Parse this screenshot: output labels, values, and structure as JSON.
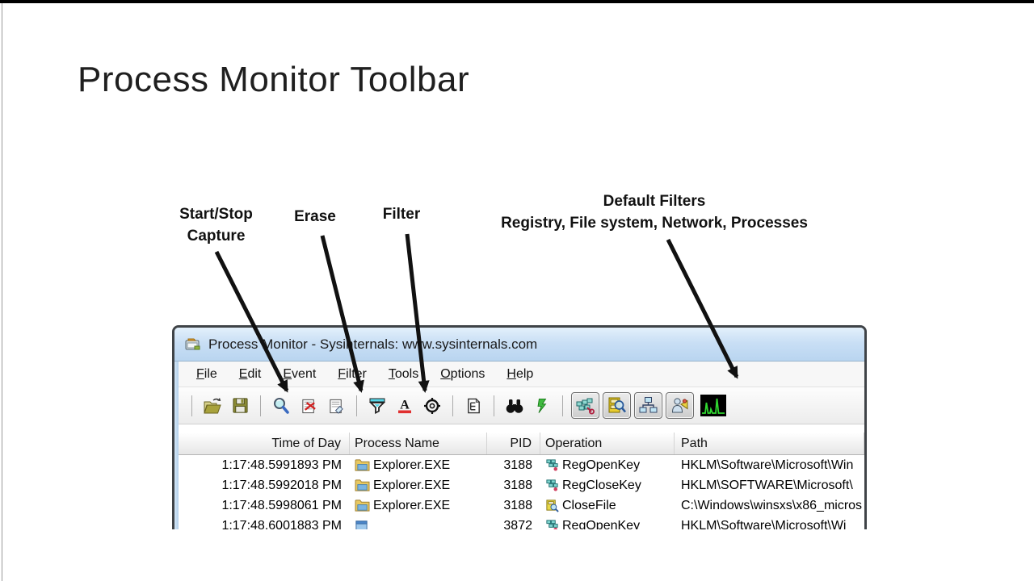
{
  "slide": {
    "title": "Process Monitor Toolbar"
  },
  "annotations": {
    "start_stop": {
      "line1": "Start/Stop",
      "line2": "Capture"
    },
    "erase": {
      "label": "Erase"
    },
    "filter": {
      "label": "Filter"
    },
    "default_filters": {
      "line1": "Default Filters",
      "line2": "Registry, File system, Network, Processes"
    }
  },
  "procmon": {
    "title": "Process Monitor - Sysinternals: www.sysinternals.com",
    "menus": [
      "File",
      "Edit",
      "Event",
      "Filter",
      "Tools",
      "Options",
      "Help"
    ],
    "toolbar_icons": [
      "open",
      "save",
      "capture",
      "autoscroll",
      "clear",
      "filter",
      "highlight",
      "include-process",
      "process-tree",
      "find",
      "jump-to",
      "registry-filter",
      "file-system-filter",
      "network-filter",
      "process-filter",
      "profiling-filter"
    ],
    "columns": [
      "Time of Day",
      "Process Name",
      "PID",
      "Operation",
      "Path"
    ],
    "rows": [
      {
        "time": "1:17:48.5991893 PM",
        "process": "Explorer.EXE",
        "pid": "3188",
        "operation": "RegOpenKey",
        "path": "HKLM\\Software\\Microsoft\\Win"
      },
      {
        "time": "1:17:48.5992018 PM",
        "process": "Explorer.EXE",
        "pid": "3188",
        "operation": "RegCloseKey",
        "path": "HKLM\\SOFTWARE\\Microsoft\\"
      },
      {
        "time": "1:17:48.5998061 PM",
        "process": "Explorer.EXE",
        "pid": "3188",
        "operation": "CloseFile",
        "path": "C:\\Windows\\winsxs\\x86_micros"
      },
      {
        "time": "1:17:48.6001883 PM",
        "process": "",
        "pid": "3872",
        "operation": "RegOpenKey",
        "path": "HKLM\\Software\\Microsoft\\Wi"
      }
    ],
    "colors": {
      "titlebar_blue": "#c3dbf2",
      "arrow_black": "#111111",
      "jump_green": "#3fba3f",
      "profiling_green": "#30d830"
    }
  }
}
